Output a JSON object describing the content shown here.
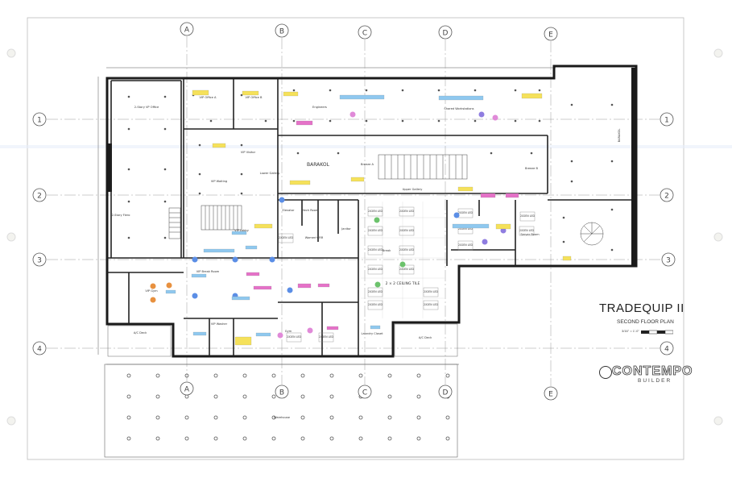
{
  "titleblock": {
    "project": "TRADEQUIP II",
    "sheet": "SECOND FLOOR PLAN",
    "scale": "3/16\" = 1'-0\""
  },
  "logo": {
    "main": "CONTEMPO",
    "sub": "BUILDER"
  },
  "grid": {
    "columns": [
      "A",
      "B",
      "C",
      "D",
      "E"
    ],
    "rows": [
      "1",
      "2",
      "3",
      "4"
    ]
  },
  "rooms": [
    {
      "id": "vp-office-left",
      "label": "2-Story VP Office"
    },
    {
      "id": "vip-office-a",
      "label": "VIP Office A"
    },
    {
      "id": "vip-office-b",
      "label": "VIP Office B"
    },
    {
      "id": "vip-visitor",
      "label": "VIP Visitor"
    },
    {
      "id": "vip-waiting",
      "label": "VIP Waiting"
    },
    {
      "id": "vip-lobby",
      "label": "VIP Lobby"
    },
    {
      "id": "2-story-fiero",
      "label": "2-Story Fiero"
    },
    {
      "id": "vip-break-room",
      "label": "VIP Break Room"
    },
    {
      "id": "vip-gym",
      "label": "VIP Gym"
    },
    {
      "id": "vip-washer",
      "label": "VIP Washer"
    },
    {
      "id": "gym",
      "label": "Gym"
    },
    {
      "id": "engineers",
      "label": "Engineers"
    },
    {
      "id": "shared-workstations",
      "label": "Shared Workstations"
    },
    {
      "id": "barakol-1",
      "label": "BARAKOL"
    },
    {
      "id": "barakol-2",
      "label": "BARAKOL"
    },
    {
      "id": "lower-gallery",
      "label": "Lower Gallery"
    },
    {
      "id": "elevator",
      "label": "Elevator"
    },
    {
      "id": "mech-room",
      "label": "Mech Room"
    },
    {
      "id": "womens-rr",
      "label": "Women's RR"
    },
    {
      "id": "break",
      "label": "Break"
    },
    {
      "id": "upper-gallery",
      "label": "Upper Gallery"
    },
    {
      "id": "breeze-a",
      "label": "Breeze A"
    },
    {
      "id": "breeze-b",
      "label": "Breeze B"
    },
    {
      "id": "server-room",
      "label": "Server Room"
    },
    {
      "id": "janitor",
      "label": "Janitor"
    },
    {
      "id": "laundry",
      "label": "Laundry Closet"
    },
    {
      "id": "ac-deck-left",
      "label": "A/C Deck"
    },
    {
      "id": "ac-deck-right",
      "label": "A/C Deck"
    },
    {
      "id": "warehouse",
      "label": "Warehouse"
    }
  ],
  "fixture_label": "2X2EN LED",
  "floor_note": "2 × 2 CEILING TILE",
  "colors": {
    "wall": "#1a1a1a",
    "tag_yellow": "#f5e15a",
    "tag_blue": "#8fc8ef",
    "tag_pink": "#e572c8",
    "dot_blue": "#5b8ee6",
    "dot_pink": "#e08ad8",
    "dot_green": "#6cc26c",
    "dot_orange": "#e8913f",
    "dot_purple": "#8f7de0"
  }
}
